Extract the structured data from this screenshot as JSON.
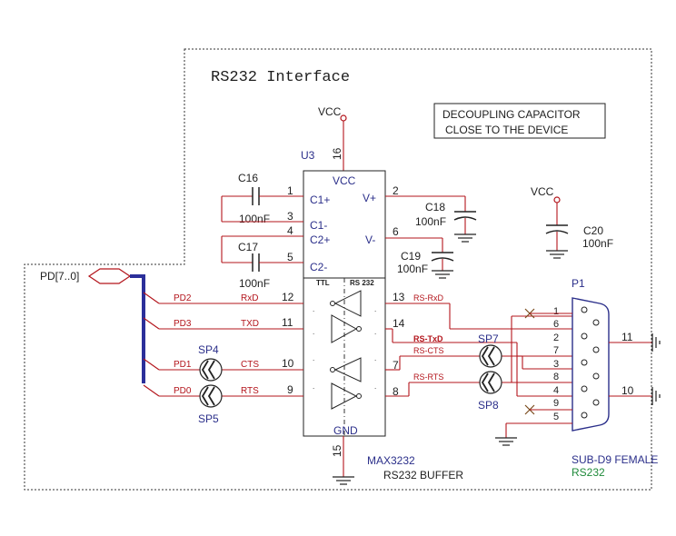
{
  "title": "RS232 Interface",
  "note": {
    "line1": "DECOUPLING CAPACITOR",
    "line2": "CLOSE TO THE DEVICE"
  },
  "bus_label": "PD[7..0]",
  "vcc_label": "VCC",
  "gnd_label": "GND",
  "chip": {
    "ref": "U3",
    "part": "MAX3232",
    "desc": "RS232 BUFFER",
    "pin_vcc_label": "VCC",
    "pin_c1p": "C1+",
    "pin_c1m": "C1-",
    "pin_c2p": "C2+",
    "pin_c2m": "C2-",
    "pin_vp": "V+",
    "pin_vm": "V-",
    "ttl_label": "TTL",
    "rs232_label": "RS 232",
    "pins": {
      "p1": "1",
      "p2": "2",
      "p3": "3",
      "p4": "4",
      "p5": "5",
      "p6": "6",
      "p7": "7",
      "p8": "8",
      "p9": "9",
      "p10": "10",
      "p11": "11",
      "p12": "12",
      "p13": "13",
      "p14": "14",
      "p15": "15",
      "p16": "16"
    }
  },
  "caps": {
    "c16": {
      "ref": "C16",
      "val": "100nF"
    },
    "c17": {
      "ref": "C17",
      "val": "100nF"
    },
    "c18": {
      "ref": "C18",
      "val": "100nF"
    },
    "c19": {
      "ref": "C19",
      "val": "100nF"
    },
    "c20": {
      "ref": "C20",
      "val": "100nF"
    }
  },
  "nets": {
    "pd2": "PD2",
    "pd3": "PD3",
    "pd1": "PD1",
    "pd0": "PD0",
    "rxd": "RxD",
    "txd": "TXD",
    "cts": "CTS",
    "rts": "RTS",
    "rs_rxd": "RS-RxD",
    "rs_txd": "RS-TxD",
    "rs_cts": "RS-CTS",
    "rs_rts": "RS-RTS"
  },
  "solder_pads": {
    "sp4": "SP4",
    "sp5": "SP5",
    "sp7": "SP7",
    "sp8": "SP8"
  },
  "connector": {
    "ref": "P1",
    "desc": "SUB-D9 FEMALE",
    "sub": "RS232",
    "pins": {
      "p1": "1",
      "p2": "2",
      "p3": "3",
      "p4": "4",
      "p5": "5",
      "p6": "6",
      "p7": "7",
      "p8": "8",
      "p9": "9",
      "p10": "10",
      "p11": "11"
    }
  },
  "colors": {
    "wire": "#b3141b",
    "text": "#2b2f8a",
    "bus": "#2b2f9a",
    "note_green": "#1f8a3a"
  }
}
